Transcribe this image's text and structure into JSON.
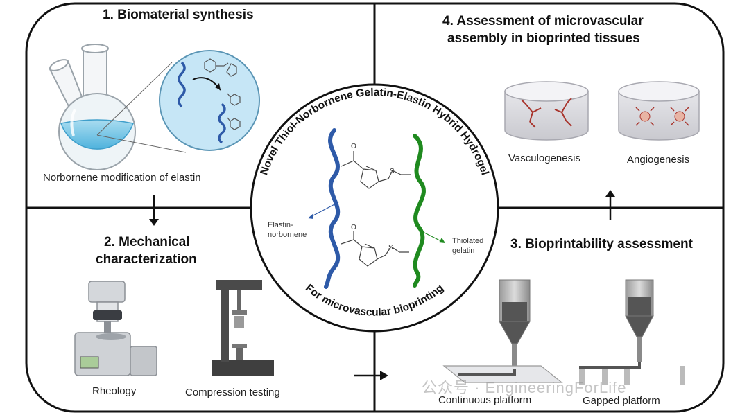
{
  "quadrants": {
    "q1": {
      "title": "1. Biomaterial synthesis",
      "caption": "Norbornene modification of elastin"
    },
    "q2": {
      "title_line1": "2. Mechanical",
      "title_line2": "characterization",
      "caption_left": "Rheology",
      "caption_right": "Compression testing"
    },
    "q3": {
      "title": "3. Bioprintability assessment",
      "caption_left": "Continuous platform",
      "caption_right": "Gapped platform"
    },
    "q4": {
      "title_line1": "4. Assessment of microvascular",
      "title_line2": "assembly in bioprinted tissues",
      "caption_left": "Vasculogenesis",
      "caption_right": "Angiogenesis"
    }
  },
  "center": {
    "arc_top": "Novel Thiol-Norbornene Gelatin-Elastin Hybrid Hydrogel",
    "arc_bottom": "For microvascular bioprinting",
    "label_left_line1": "Elastin-",
    "label_left_line2": "norbornene",
    "label_right_line1": "Thiolated",
    "label_right_line2": "gelatin",
    "atom_o": "O",
    "atom_s": "S"
  },
  "watermark": {
    "text": "公众号 · EngineeringForLife"
  },
  "colors": {
    "elastin": "#2e5aa8",
    "gelatin": "#1f8a1f",
    "glass": "#bfe3f2",
    "frame": "#111111"
  }
}
